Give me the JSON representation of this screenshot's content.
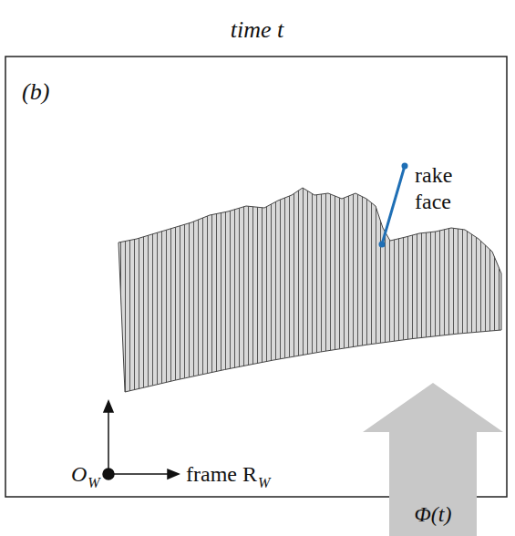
{
  "diagram": {
    "labels": [
      "time t",
      "(b)",
      "rake face",
      "O",
      "W",
      "frame R",
      "W",
      "Φ(t)"
    ]
  }
}
